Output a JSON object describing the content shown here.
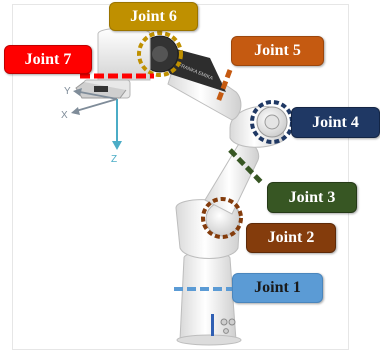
{
  "labels": {
    "joint1": "Joint 1",
    "joint2": "Joint 2",
    "joint3": "Joint 3",
    "joint4": "Joint 4",
    "joint5": "Joint 5",
    "joint6": "Joint 6",
    "joint7": "Joint 7"
  },
  "axes": {
    "x": "X",
    "y": "Y",
    "z": "Z"
  },
  "colors": {
    "joint1": "#5b9bd5",
    "joint2": "#843c0c",
    "joint3": "#375623",
    "joint4": "#1f3864",
    "joint5": "#c55a11",
    "joint6": "#bf9000",
    "joint7": "#ff0000",
    "robot_body": "#f3f3f3",
    "robot_dark": "#3a3a3a",
    "axis_gray": "#7f8c99",
    "axis_z": "#4bacc6"
  }
}
